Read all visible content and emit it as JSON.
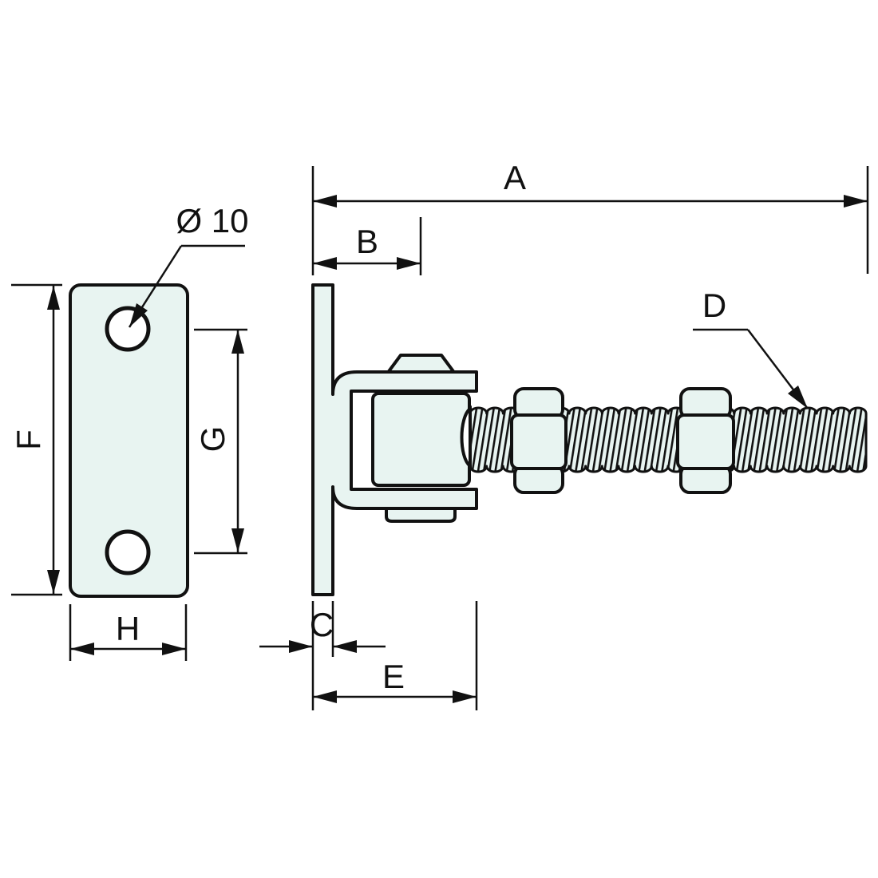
{
  "drawing": {
    "dimension_labels": {
      "a": "A",
      "b": "B",
      "c": "C",
      "d": "D",
      "e": "E",
      "f": "F",
      "g": "G",
      "h": "H"
    },
    "hole_callout": "Ø 10",
    "colors": {
      "part_fill": "#e8f4f1",
      "line": "#111111",
      "background": "#ffffff"
    }
  }
}
